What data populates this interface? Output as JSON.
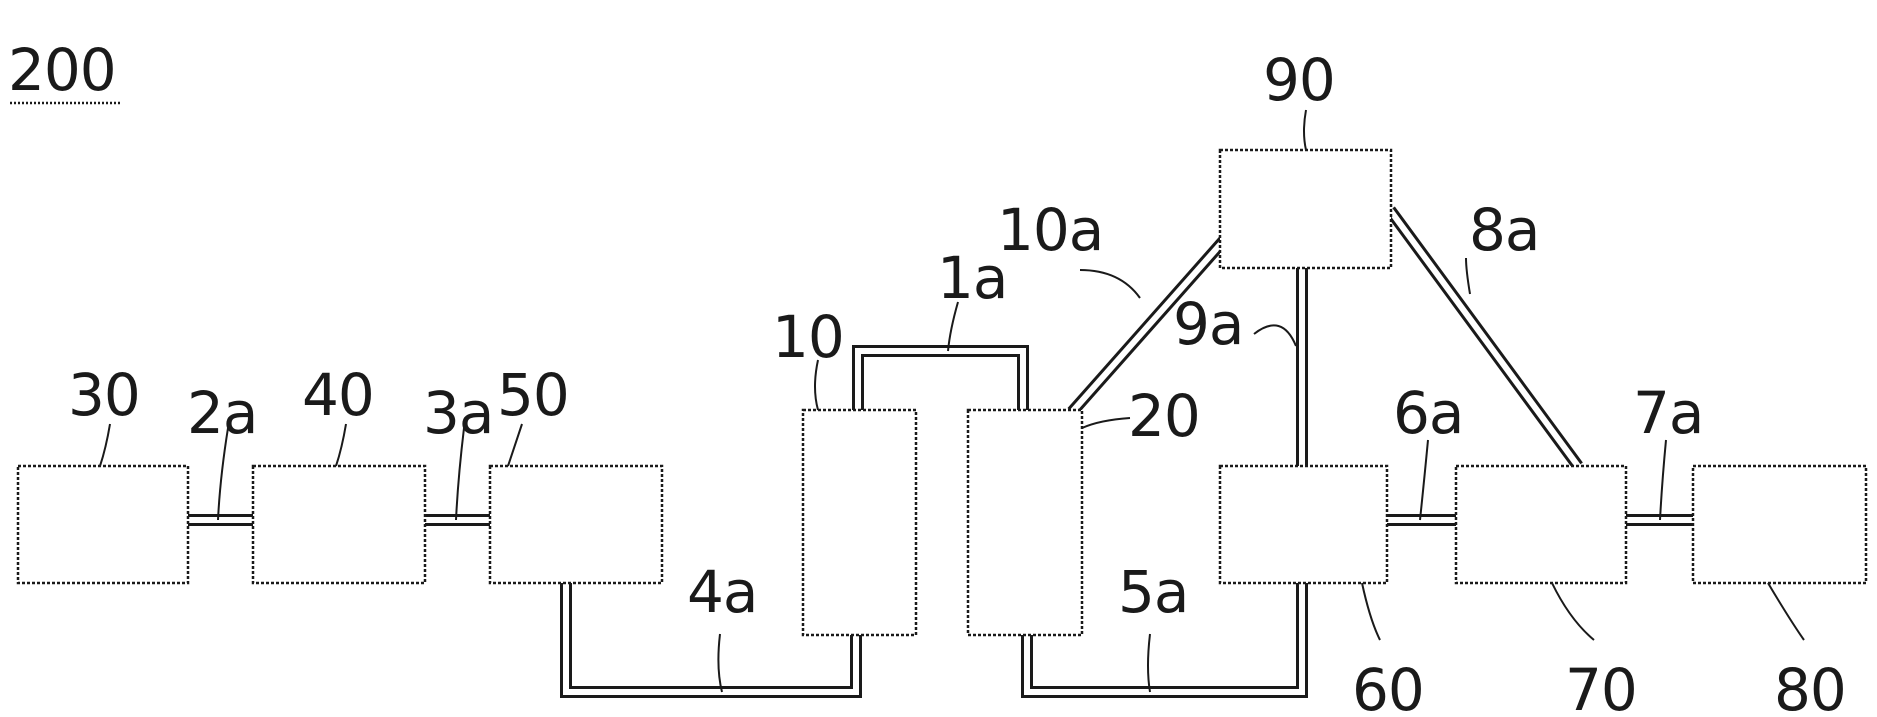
{
  "figure_ref": "200",
  "components": {
    "c10": "10",
    "c20": "20",
    "c30": "30",
    "c40": "40",
    "c50": "50",
    "c60": "60",
    "c70": "70",
    "c80": "80",
    "c90": "90"
  },
  "connections": {
    "l1a": "1a",
    "l2a": "2a",
    "l3a": "3a",
    "l4a": "4a",
    "l5a": "5a",
    "l6a": "6a",
    "l7a": "7a",
    "l8a": "8a",
    "l9a": "9a",
    "l10a": "10a"
  }
}
